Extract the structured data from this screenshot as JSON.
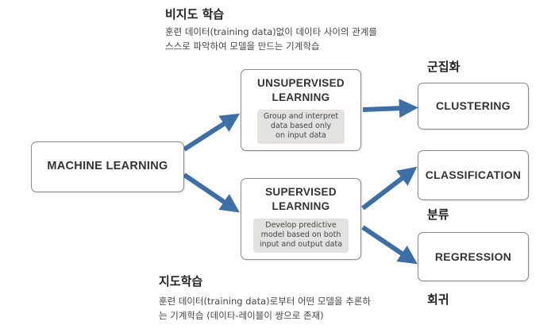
{
  "nodes": {
    "machine_learning": "MACHINE LEARNING",
    "unsupervised": {
      "title_line1": "UNSUPERVISED",
      "title_line2": "LEARNING",
      "desc_line1": "Group and interpret",
      "desc_line2": "data based only",
      "desc_line3": "on input data"
    },
    "supervised": {
      "title_line1": "SUPERVISED",
      "title_line2": "LEARNING",
      "desc_line1": "Develop predictive",
      "desc_line2": "model based on both",
      "desc_line3": "input and output data"
    },
    "clustering": "CLUSTERING",
    "classification": "CLASSIFICATION",
    "regression": "REGRESSION"
  },
  "annotations": {
    "unsupervised_heading": "비지도 학습",
    "unsupervised_note_line1": "훈련 데이터(training data)없이 데이타 사이의 관계를",
    "unsupervised_note_line2": "스스로 파악하여 모델을 만드는 기계학습",
    "supervised_heading": "지도학습",
    "supervised_note_line1": "훈련 데이터(training data)로부터 어떤 모델을 추론하",
    "supervised_note_line2": "는 기계학습 (데이타-레이블이 쌍으로 존재)",
    "clustering_kr": "군집화",
    "classification_kr": "분류",
    "regression_kr": "회귀"
  },
  "colors": {
    "arrow": "#3d6fa6",
    "box_border": "#8a8a8a",
    "desc_bg": "#e4e2df"
  }
}
